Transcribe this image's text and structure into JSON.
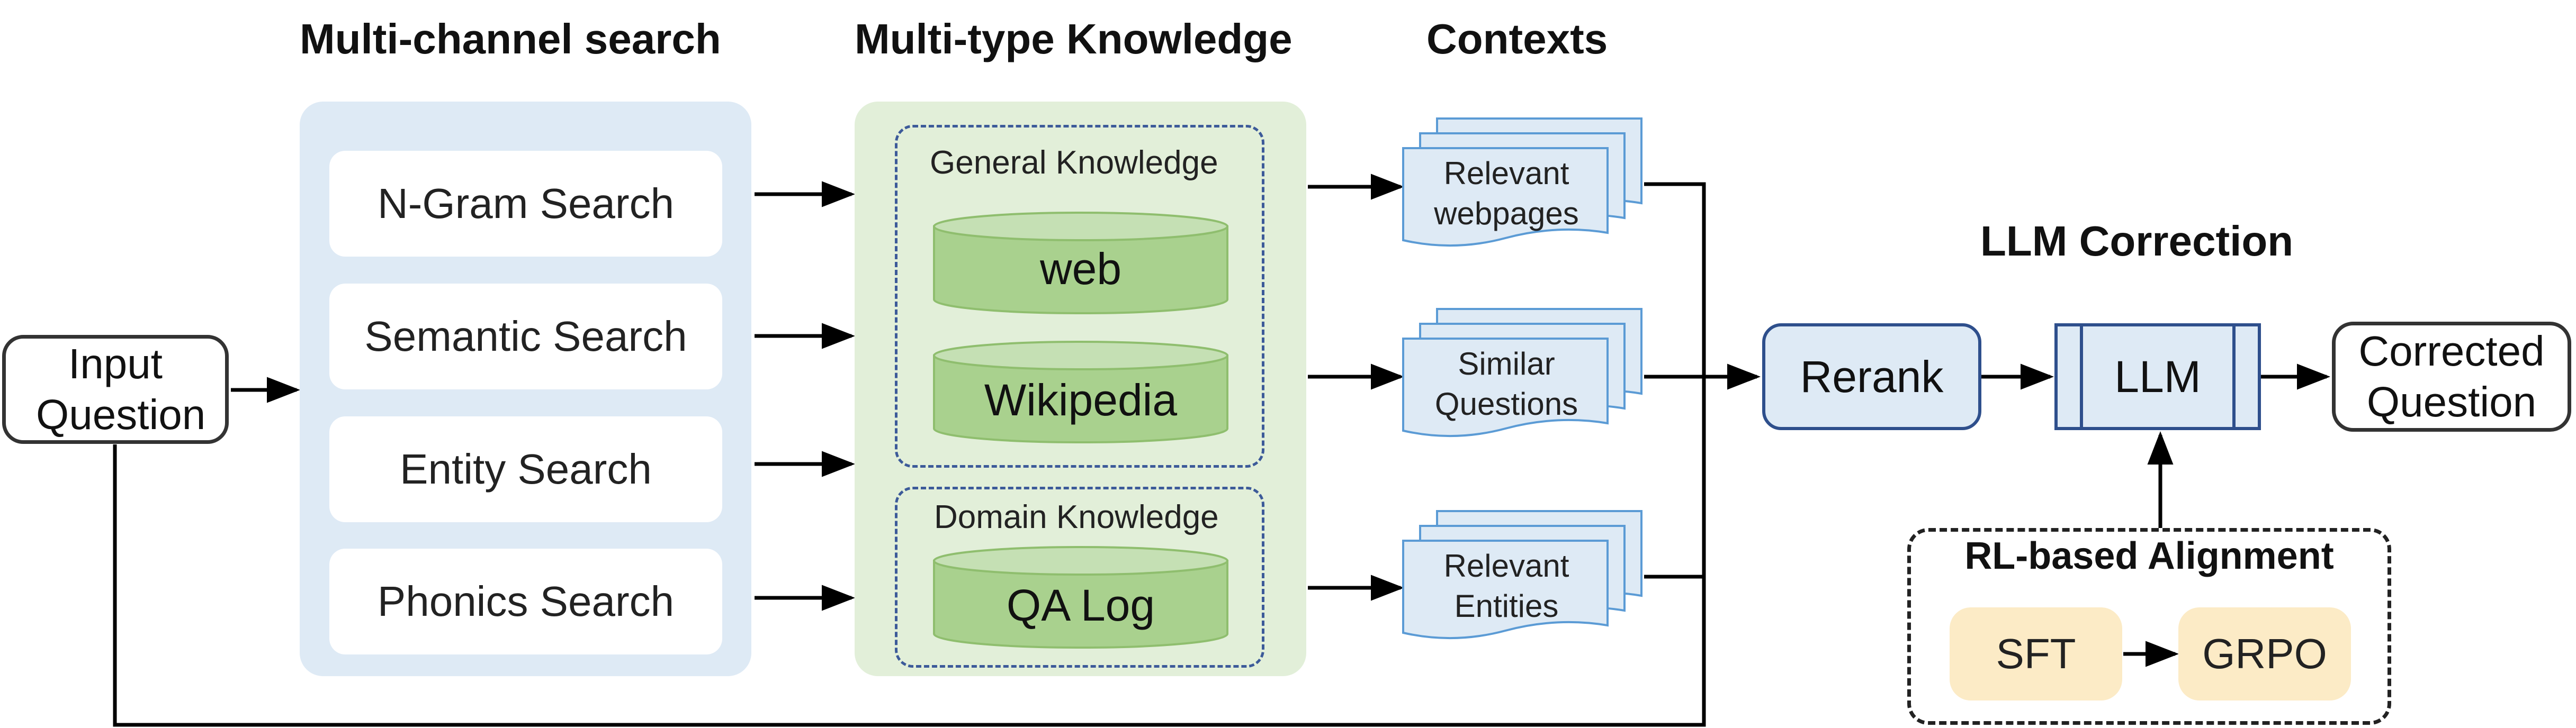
{
  "headings": {
    "multi_channel_search": "Multi-channel search",
    "multi_type_knowledge": "Multi-type Knowledge",
    "contexts": "Contexts",
    "llm_correction": "LLM Correction"
  },
  "input": {
    "label": "Input Question"
  },
  "searches": [
    "N-Gram Search",
    "Semantic Search",
    "Entity Search",
    "Phonics Search"
  ],
  "knowledge": {
    "general_label": "General Knowledge",
    "general_sources": [
      "web",
      "Wikipedia"
    ],
    "domain_label": "Domain Knowledge",
    "domain_sources": [
      "QA Log"
    ]
  },
  "contexts": [
    {
      "line1": "Relevant",
      "line2": "webpages"
    },
    {
      "line1": "Similar",
      "line2": "Questions"
    },
    {
      "line1": "Relevant",
      "line2": "Entities"
    }
  ],
  "rerank": {
    "label": "Rerank"
  },
  "llm": {
    "label": "LLM"
  },
  "output": {
    "label": "Corrected Question"
  },
  "alignment": {
    "title": "RL-based Alignment",
    "steps": [
      "SFT",
      "GRPO"
    ]
  },
  "colors": {
    "search_panel": "#deeaf5",
    "knowledge_panel": "#e2efd9",
    "dashed_border": "#3c5a99",
    "db_fill": "#a9d18e",
    "db_top": "#c5e0b4",
    "doc_fill": "#deeaf5",
    "doc_stroke": "#5b9bd5",
    "rerank_fill": "#deeaf5",
    "rerank_stroke": "#2e4f8c",
    "alignment_pill": "#fcebc6",
    "arrow": "#000000"
  }
}
